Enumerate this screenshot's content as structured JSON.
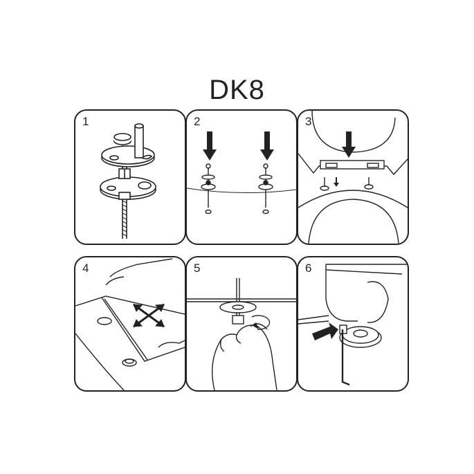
{
  "title": "DK8",
  "panels": [
    {
      "number": "1",
      "icon": "hinge-bolt-assembly"
    },
    {
      "number": "2",
      "icon": "insert-bolts-arrows"
    },
    {
      "number": "3",
      "icon": "place-seat-on-bowl"
    },
    {
      "number": "4",
      "icon": "adjust-seat-position"
    },
    {
      "number": "5",
      "icon": "tighten-nut-by-hand"
    },
    {
      "number": "6",
      "icon": "tighten-with-allen-key"
    }
  ]
}
